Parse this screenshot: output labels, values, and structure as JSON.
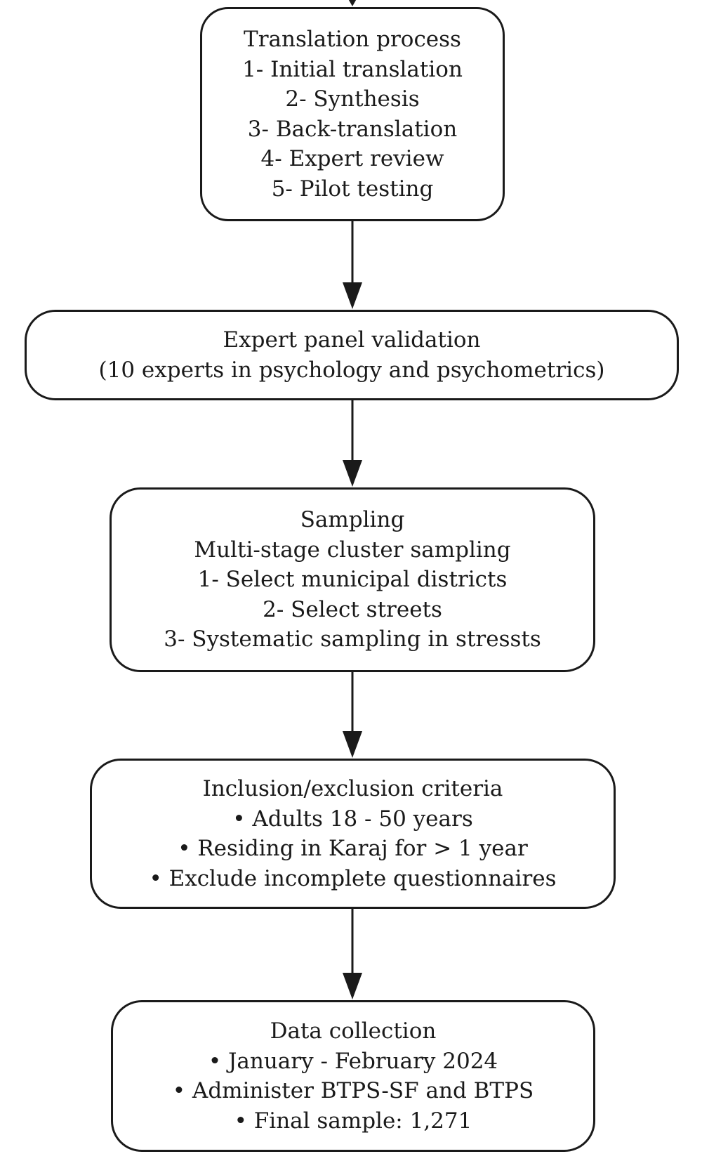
{
  "diagram": {
    "colors": {
      "stroke": "#1a1a1a",
      "background": "#ffffff"
    },
    "boxes": [
      {
        "id": "translation",
        "lines": [
          "Translation process",
          "1- Initial translation",
          "2- Synthesis",
          "3- Back-translation",
          "4- Expert review",
          "5- Pilot testing"
        ]
      },
      {
        "id": "expert-panel",
        "lines": [
          "Expert panel validation",
          "(10 experts in psychology and psychometrics)"
        ]
      },
      {
        "id": "sampling",
        "lines": [
          "Sampling",
          "Multi-stage cluster sampling",
          "1- Select municipal districts",
          "2- Select streets",
          "3- Systematic sampling in stressts"
        ]
      },
      {
        "id": "criteria",
        "lines": [
          "Inclusion/exclusion criteria",
          "• Adults 18 - 50 years",
          "• Residing in Karaj for > 1 year",
          "• Exclude incomplete questionnaires"
        ]
      },
      {
        "id": "data-collection",
        "lines": [
          "Data collection",
          "• January - February 2024",
          "• Administer BTPS-SF and BTPS",
          "• Final sample: 1,271"
        ]
      }
    ],
    "edges": [
      {
        "from": "",
        "to": "translation"
      },
      {
        "from": "translation",
        "to": "expert-panel"
      },
      {
        "from": "expert-panel",
        "to": "sampling"
      },
      {
        "from": "sampling",
        "to": "criteria"
      },
      {
        "from": "criteria",
        "to": "data-collection"
      }
    ]
  }
}
